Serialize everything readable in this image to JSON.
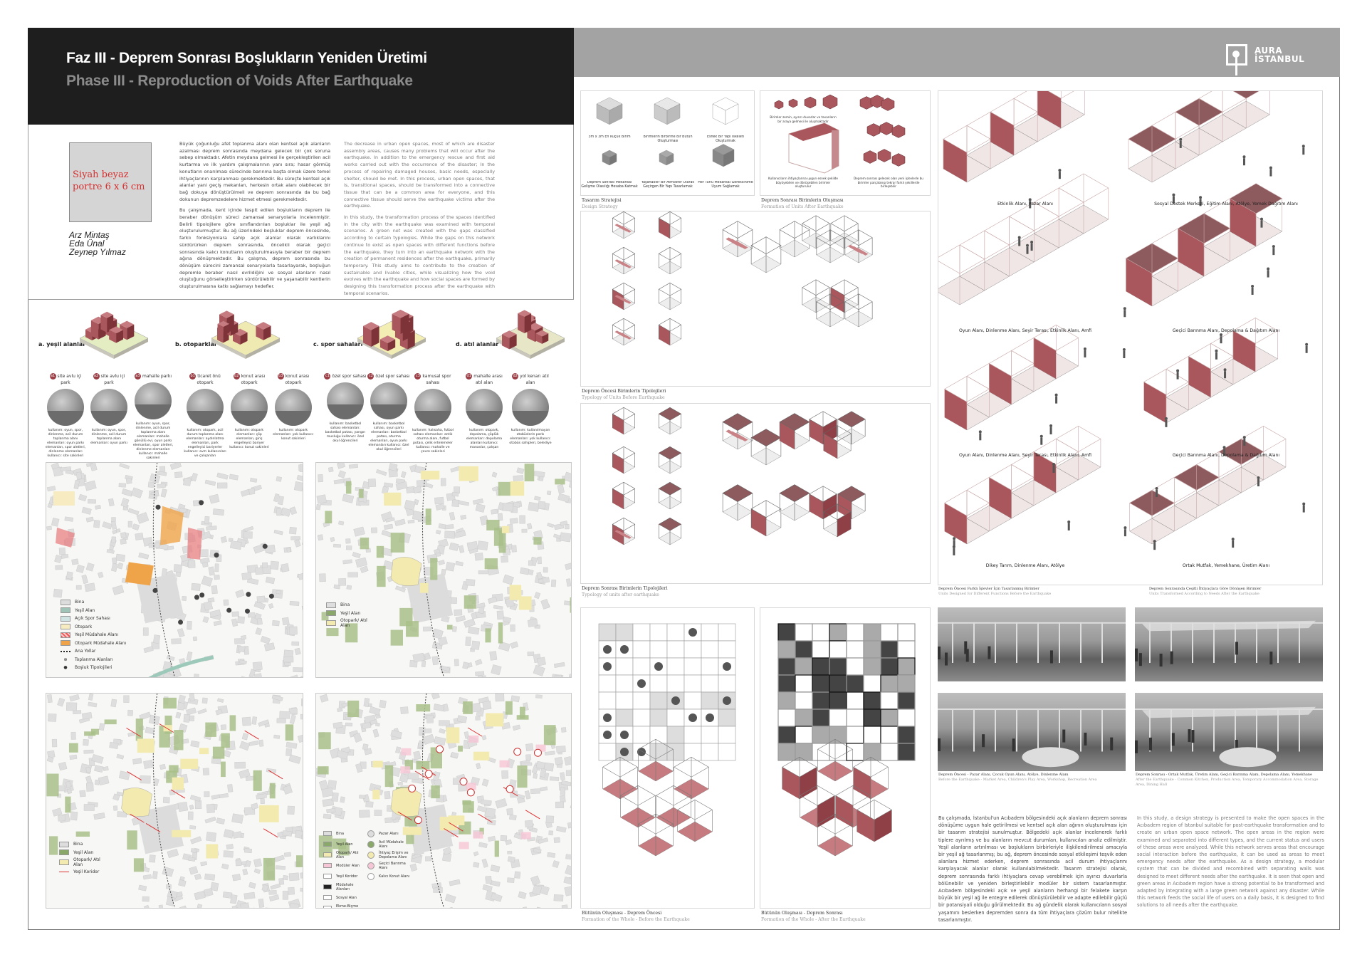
{
  "header": {
    "title_tr": "Faz III - Deprem Sonrası Boşlukların Yeniden Üretimi",
    "title_en": "Phase III - Reproduction of  Voids After Earthquake",
    "logo_line1": "AURA",
    "logo_line2": "İSTANBUL"
  },
  "intro": {
    "portrait_placeholder": "Siyah beyaz portre 6 x 6 cm",
    "authors": [
      "Arz Mintaş",
      "Eda Ünal",
      "Zeynep Yılmaz"
    ],
    "text_tr": [
      "Büyük çoğunluğu afet toplanma alanı olan kentsel açık alanların azalması deprem sonrasında meydana gelecek bir çok soruna sebep olmaktadır. Afetin meydana gelmesi ile gerçekleştirilen acil kurtarma ve ilk yardım çalışmalarının yanı sıra; hasar görmüş konutların onarılması sürecinde barınma başta olmak üzere temel ihtiyaçlarının karşılanması gerekmektedir. Bu süreçte kentsel açık alanlar yani geçiş mekanları, herkesin ortak alanı olabilecek bir bağ dokuya dönüştürülmeli ve deprem sonrasında da bu bağ dokunun depremzedelere hizmet etmesi gerekmektedir.",
      "Bu çalışmada, kent içinde tespit edilen boşlukların deprem ile beraber dönüşüm süreci zamansal senaryolarla incelenmiştir. Belirli tipolojilere göre sınıflandırılan boşluklar ile yeşil ağ oluşturulurmuştur. Bu ağ üzerindeki boşluklar deprem öncesinde, farklı fonksiyonlara sahip açık alanlar olarak varlıklarını sürdürürken deprem sonrasında, öncelikli olarak geçici sonrasında kalıcı konutların oluşturulmasıyla beraber bir deprem ağına dönüşmektedir. Bu çalışma, deprem sonrasında bu dönüşüm sürecini zamansal senaryolarla tasarlayarak, boşluğun depremle beraber nasıl evrildiğini ve sosyal alanların nasıl oluştuğunu görselleştirirken sürdürülebilir ve yaşanabilir kentlerin oluşturulmasına katkı sağlamayı hedefler."
    ],
    "text_en": [
      "The decrease in urban open spaces, most of which are disaster assembly areas, causes many problems that will occur after the earthquake. In addition to the emergency rescue and first aid works carried out with the occurrence of the disaster; In the process of repairing damaged houses, basic needs, especially shelter, should be met. In this process, urban open spaces, that is, transitional spaces, should be transformed into a connective tissue that can be a common area for everyone, and this connective tissue should serve the earthquake victims after the earthquake.",
      "In this study, the transformation process of the spaces identified in the city with the earthquake was examined with temporal scenarios. A green net was created with the gaps classified according to certain typologies. While the gaps on this network continue to exist as open spaces with different functions before the earthquake, they turn into an earthquake network with the creation of permanent residences after the earthquake, primarily temporary. This study aims to contribute to the creation of sustainable and livable cities, while visualizing how the void evolves with the earthquake and how social spaces are formed by designing this transformation process after the earthquake with temporal scenarios."
    ]
  },
  "typologies": {
    "categories": [
      "a. yeşil alanlar",
      "b. otoparklar",
      "c. spor sahaları",
      "d. atıl alanlar"
    ],
    "spots": [
      {
        "code": "a1",
        "name": "site avlu içi park",
        "desc": "kullanım: oyun, spor, dinlenme, acil durum toplanma alanı elemanları: oyun parkı elemanları, spor aletleri, dinlenme elemanları kullanıcı: site sakinleri"
      },
      {
        "code": "a2",
        "name": "site avlu içi park",
        "desc": "kullanım: oyun, spor, dinlenme, acil durum toplanma alanı elemanları: oyun parkı"
      },
      {
        "code": "a3",
        "name": "mahalle parkı",
        "desc": "kullanım: oyun, spor, dinlenme, acil durum toplanma alanı elemanları: mahalle gönüllü evi, oyun parkı elemanları, spor aletleri, dinlenme elemanları kullanıcı: mahalle sakinleri"
      },
      {
        "code": "b1",
        "name": "ticaret önü otopark",
        "desc": "kullanım: otopark, acil durum toplanma alanı elemanları: aydınlatma elemanları, park engelleyici bariyerler kullanıcı: avm kullanıcıları ve çalışanları"
      },
      {
        "code": "b2",
        "name": "konut arası otopark",
        "desc": "kullanım: otopark elemanları: çöp elemanları, giriş engelleyici bariyer kullanıcı: konut sakinleri"
      },
      {
        "code": "b3",
        "name": "konut arası otopark",
        "desc": "kullanım: otopark elemanları: yok kullanıcı: konut sakinleri"
      },
      {
        "code": "c1",
        "name": "özel spor sahası",
        "desc": "kullanım: basketbol sahası elemanları: basketbol potası, yangın musluğu kullanıcı: özel okul öğrencileri"
      },
      {
        "code": "c2",
        "name": "özel spor sahası",
        "desc": "kullanım: basketbol sahası, oyun parkı elemanları: basketbol potası, oturma elemanları, oyun parkı elemanları kullanıcı: özel okul öğrencileri"
      },
      {
        "code": "c3",
        "name": "kamusal spor sahası",
        "desc": "kullanım: halısaha, futbol sahası elemanları: antik oturma alanı, futbol potası, çelik ertelemeler kullanıcı: mahalle ve çevre sakinleri"
      },
      {
        "code": "d1",
        "name": "mahalle arası atıl alan",
        "desc": "kullanım: otopark, depolama, çöplük elemanları: depolama alanları kullanıcı: manavlar, çalışan"
      },
      {
        "code": "d2",
        "name": "yol kenarı atıl alan",
        "desc": "kullanım: kullanılmayan otobüslerin parkı elemanları: yok kullanıcı: otobüs sahipleri, belediye"
      }
    ]
  },
  "maps": {
    "legend1": [
      "Bina",
      "Yeşil Alan",
      "Açık Spor Sahası",
      "Otopark",
      "Yeşil Müdahale Alanı",
      "Otopark Müdahale Alanı",
      "Ana Yollar",
      "Toplanma Alanları",
      "Boşluk Tipolojileri"
    ],
    "legend2": [
      "Bina",
      "Yeşil Alan",
      "Otopark/ Atıl Alan"
    ],
    "legend3": [
      "Bina",
      "Yeşil Alan",
      "Otopark/ Atıl Alan",
      "Yeşil Koridor"
    ],
    "legend4_left": [
      "Bina",
      "Yeşil Alan",
      "Otopark/ Atıl Alan",
      "Modüler Alan",
      "Yeşil Koridor",
      "Müdahale Alanları",
      "Sosyal Alan",
      "Ekme-Biçme Alanı"
    ],
    "legend4_right": [
      "Pazar Alanı",
      "Acil Müdahale Alanı",
      "İhtiyaç Erişim ve Depolama Alanı",
      "Geçici Barınma Alanı",
      "Kalıcı Konut Alanı"
    ]
  },
  "strategy": {
    "items": [
      "3m x 3m En Küçük Birim",
      "Birimlerin Birbirine Bir Bütün Oluşturması",
      "Esnek Bir Yapı İskeleti Oluşturmak",
      "Deprem Sonrası Mekansal Gelişme Olasılığı Hesaba Katmak",
      "Yaşanabilir Bir Atmosfer Olarak Geçirgen Bir Yapı Tasarlamak",
      "Her Türlü Mekansal Gereksinime Uyum Sağlamak"
    ],
    "caption": "Tasarım Stratejisi",
    "caption_en": "Design Strategy"
  },
  "formation": {
    "notes": [
      "Birimler zemin, ayırıcı duvarlar ve tavanların bir araya gelmesi ile oluşmaktadır",
      "Kullanıcıların ihtiyaçlarına uygun esnek şekilde büyüyebilen ve dönüşebilen birimler oluşturulur",
      "Deprem sonrası gelecek olan yeni işlevlerle bu birimler parçalanıp tekrar farklı şekillerde birleşebilir"
    ],
    "caption": "Deprem Sonrası Birimlerin Oluşması",
    "caption_en": "Formation of Units After Earthquake"
  },
  "typ_before": {
    "caption": "Deprem Öncesi Birimlerin Tipolojileri",
    "caption_en": "Typology of Units Before Earthquake"
  },
  "typ_after": {
    "caption": "Deprem Sonrası Birimlerin Tipolojileri",
    "caption_en": "Typology of units after earthquake"
  },
  "functions": {
    "labels": [
      "Etkinlik Alanı, Pazar Alanı",
      "Sosyal Destek Merkezi, Eğitim Alanı, Atölye, Yemek Dağıtım Alanı",
      "Oyun Alanı, Dinlenme Alanı, Seyir Terası, Etkinlik Alanı, Amfi",
      "Geçici Barınma Alanı, Depolama & Dağıtım Alanı",
      "Oyun Alanı, Dinlenme Alanı, Seyir Terası, Etkinlik Alanı, Amfi",
      "Geçici Barınma Alanı, Depolama & Dağıtım Alanı",
      "Dikey Tarım, Dinlenme Alanı, Atölye",
      "Ortak Mutfak, Yemekhane, Üretim Alanı"
    ],
    "caption_before": "Deprem Öncesi Farklı İşlevler İçin Tasarlanmış Birimler",
    "caption_before_en": "Units Designed for Different Functions Before the Earthquake",
    "caption_after": "Deprem Sonrasında Çeşitli İhtiyaçlara Göre Dönüşen Birimler",
    "caption_after_en": "Units Transformed According to Needs After the Earthquake"
  },
  "whole": {
    "before": "Bütünün Oluşması - Deprem Öncesi",
    "before_en": "Formation of the Whole - Before the Earthquake",
    "after": "Bütünün Oluşması - Deprem Sonrası",
    "after_en": "Formation of the Whole - After the Earthquake"
  },
  "photos": {
    "before": "Deprem Öncesi - Pazar Alanı, Çocuk Oyun Alanı, Atölye, Dinlenme Alanı",
    "before_en": "Before the Earthquake - Market Area, Children's Play Area, Workshop, Recreation Area",
    "after": "Deprem Sonrası - Ortak Mutfak, Üretim Alanı, Geçici Barınma Alanı, Depolama Alanı, Yemekhane",
    "after_en": "After the Earthquake - Common Kitchen, Production Area, Temporary Accommodation Area, Storage Area, Dining Hall"
  },
  "conclusion": {
    "text_tr": "Bu çalışmada, İstanbul'un Acıbadem bölgesindeki açık alanların deprem sonrası dönüşüme uygun hale getirilmesi ve kentsel açık alan ağının oluşturulması için bir tasarım stratejisi sunulmuştur. Bölgedeki açık alanlar incelenerek farklı tiplere ayrılmış ve bu alanların mevcut durumları, kullanıcıları analiz edilmiştir. Yeşil alanların artırılması ve boşlukların birbirleriyle ilişkilendirilmesi amacıyla bir yeşil ağ tasarlanmış; bu ağ, deprem öncesinde sosyal etkileşimi teşvik eden alanlara hizmet ederken, deprem sonrasında acil durum ihtiyaçlarını karşılayacak alanlar olarak kullanılabilmektedir. Tasarım stratejisi olarak, deprem sonrasında farklı ihtiyaçlara cevap verebilmek için ayırıcı duvarlarla bölünebilir ve yeniden birleştirilebilir modüler bir sistem tasarlanmıştır. Acıbadem bölgesindeki açık ve yeşil alanların herhangi bir felakete karşın büyük bir yeşil ağ ile entegre edilerek dönüştürülebilir ve adapte edilebilir güçlü bir potansiyali olduğu görülmektedir. Bu ağ gündelik olarak kullanıcıların sosyal yaşamını beslerken depremden sonra da tüm ihtiyaçlara çözüm bulur nitelikte tasarlanmıştır.",
    "text_en": "In this study, a design strategy is presented to make the open spaces in the Acıbadem region of Istanbul suitable for post-earthquake transformation and to create an urban open space network. The open areas in the region were examined and separated into different types, and the current status and users of these areas were analyzed. While this network serves areas that encourage social interaction before the earthquake, it can be used as areas to meet emergency needs after the earthquake. As a design strategy, a modular system that can be divided and recombined with separating walls was designed to meet different needs after the earthquake. It is seen that open and green areas in Acıbadem region have a strong potential to be transformed and adapted by integrating with a large green network against any disaster. While this network feeds the social life of users on a daily basis, it is designed to find solutions to all needs after the earthquake."
  },
  "colors": {
    "accent": "#9b3e45",
    "unit": "#a9575c",
    "frame": "#c9a9a9",
    "green": "#a9c08a",
    "yellow": "#f3eab0",
    "orange": "#f0a44a"
  }
}
